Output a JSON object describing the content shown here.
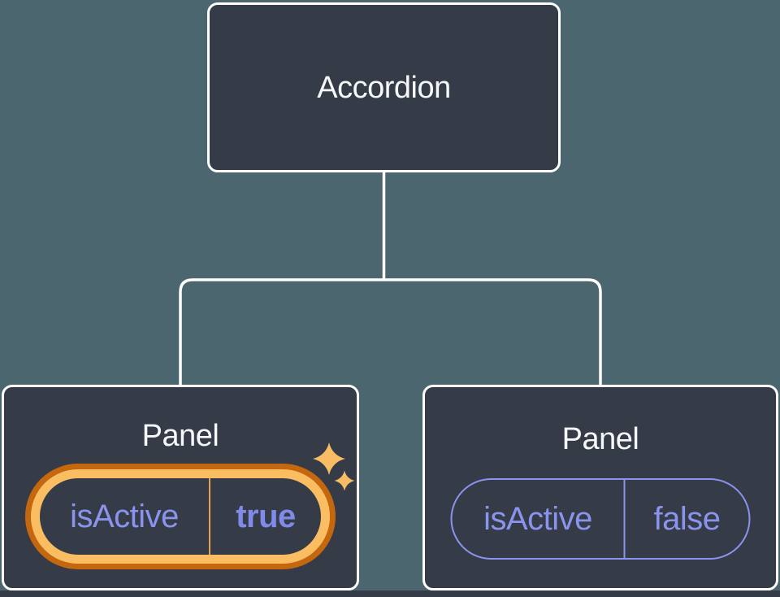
{
  "diagram": {
    "root": {
      "label": "Accordion"
    },
    "panels": [
      {
        "title": "Panel",
        "state": {
          "key": "isActive",
          "value": "true"
        },
        "highlighted": true
      },
      {
        "title": "Panel",
        "state": {
          "key": "isActive",
          "value": "false"
        },
        "highlighted": false
      }
    ],
    "colors": {
      "background": "#4C6670",
      "node_bg": "#353B47",
      "node_border": "#FFFFFF",
      "title_text": "#F6F7F9",
      "connector": "#FFFFFF",
      "state_text": "#8A94EE",
      "state_value_text": "#7F8AE9",
      "state_border": "#8A94EE",
      "highlight_ring_outer": "#C4670F",
      "highlight_ring_inner": "#FABD62",
      "highlight_divider": "#E1A14E",
      "sparkle": "#F8BD64"
    }
  }
}
